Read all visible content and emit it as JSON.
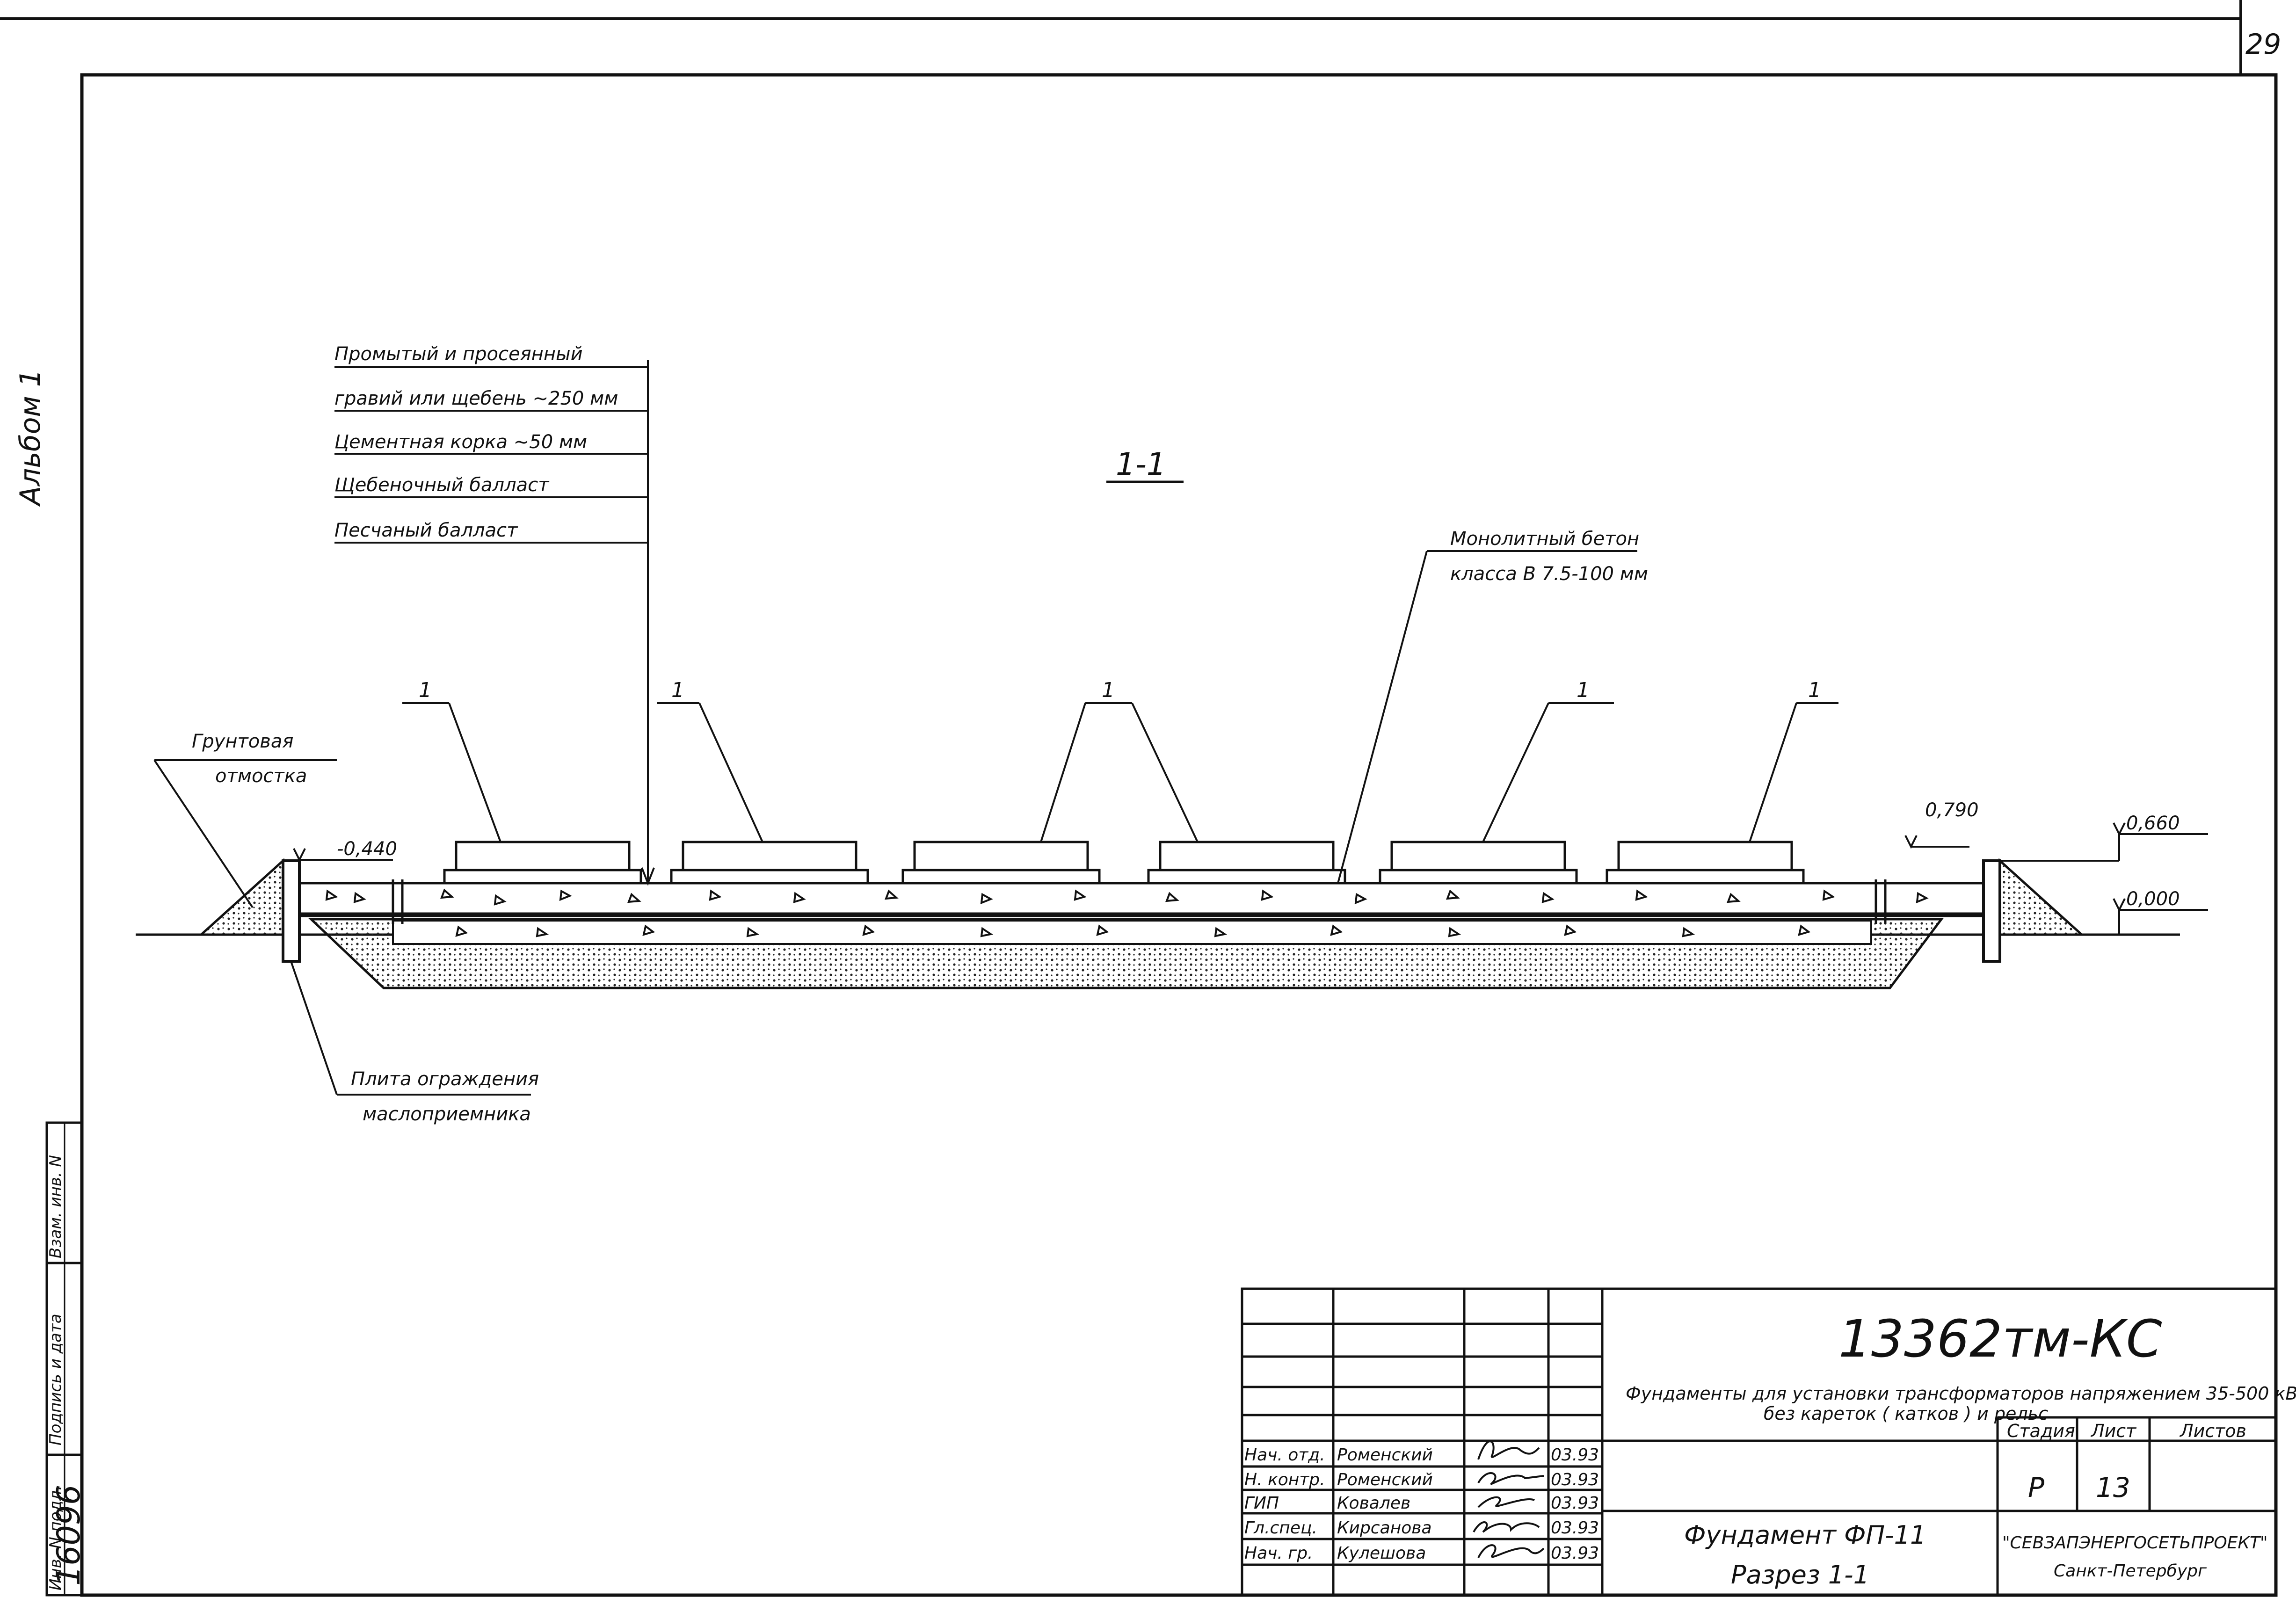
{
  "sheet": {
    "page_number": "29",
    "album_label": "Альбом 1",
    "section_title": "1-1"
  },
  "labels": {
    "layer1_a": "Промытый и просеянный",
    "layer1_b": "гравий или щебень  ~250 мм",
    "layer2": "Цементная корка   ~50 мм",
    "layer3": "Щебеночный балласт",
    "layer4": "Песчаный балласт",
    "concrete_a": "Монолитный бетон",
    "concrete_b": "класса В 7.5-100 мм",
    "soil_a": "Грунтовая",
    "soil_b": "отмостка",
    "plate_a": "Плита ограждения",
    "plate_b": "маслоприемника",
    "callout": "1"
  },
  "elevations": {
    "left": "-0,440",
    "right_top": "0,790",
    "right_mid": "0,660",
    "right_zero": "0,000"
  },
  "stamp": {
    "code": "13362тм-КС",
    "description_a": "Фундаменты для установки трансформаторов напряжением 35-500 кВ",
    "description_b": "без кареток ( катков ) и рельс",
    "rows": [
      {
        "role": "Нач. отд.",
        "name": "Роменский",
        "date": "03.93"
      },
      {
        "role": "Н. контр.",
        "name": "Роменский",
        "date": "03.93"
      },
      {
        "role": "ГИП",
        "name": "Ковалев",
        "date": "03.93"
      },
      {
        "role": "Гл.спец.",
        "name": "Кирсанова",
        "date": "03.93"
      },
      {
        "role": "Нач. гр.",
        "name": "Кулешова",
        "date": "03.93"
      }
    ],
    "hdr_stage": "Стадия",
    "hdr_sheet": "Лист",
    "hdr_sheets": "Листов",
    "stage": "Р",
    "sheet_no": "13",
    "title_a": "Фундамент ФП-11",
    "title_b": "Разрез 1-1",
    "org_a": "\"СЕВЗАПЭНЕРГОСЕТЬПРОЕКТ\"",
    "org_b": "Санкт-Петербург"
  },
  "side_strip": {
    "f1": "Взам. инв. N",
    "f2": "Подпись и дата",
    "f3": "Инв. N подл.",
    "inv_no": "16096"
  }
}
